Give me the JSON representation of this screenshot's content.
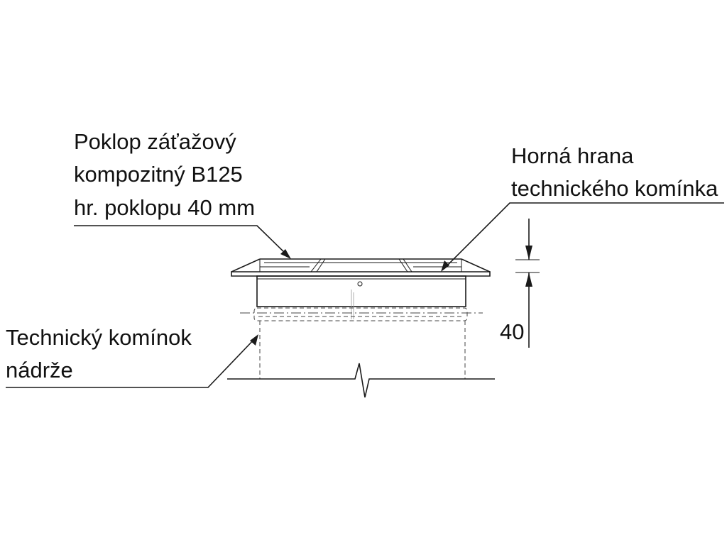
{
  "labels": {
    "cover": [
      "Poklop záťažový",
      "kompozitný B125",
      "hr. poklopu 40 mm"
    ],
    "top_edge": [
      "Horná hrana",
      "technického komínka"
    ],
    "shaft": [
      "Technický komínok",
      "nádrže"
    ]
  },
  "dimension": {
    "value": "40"
  }
}
